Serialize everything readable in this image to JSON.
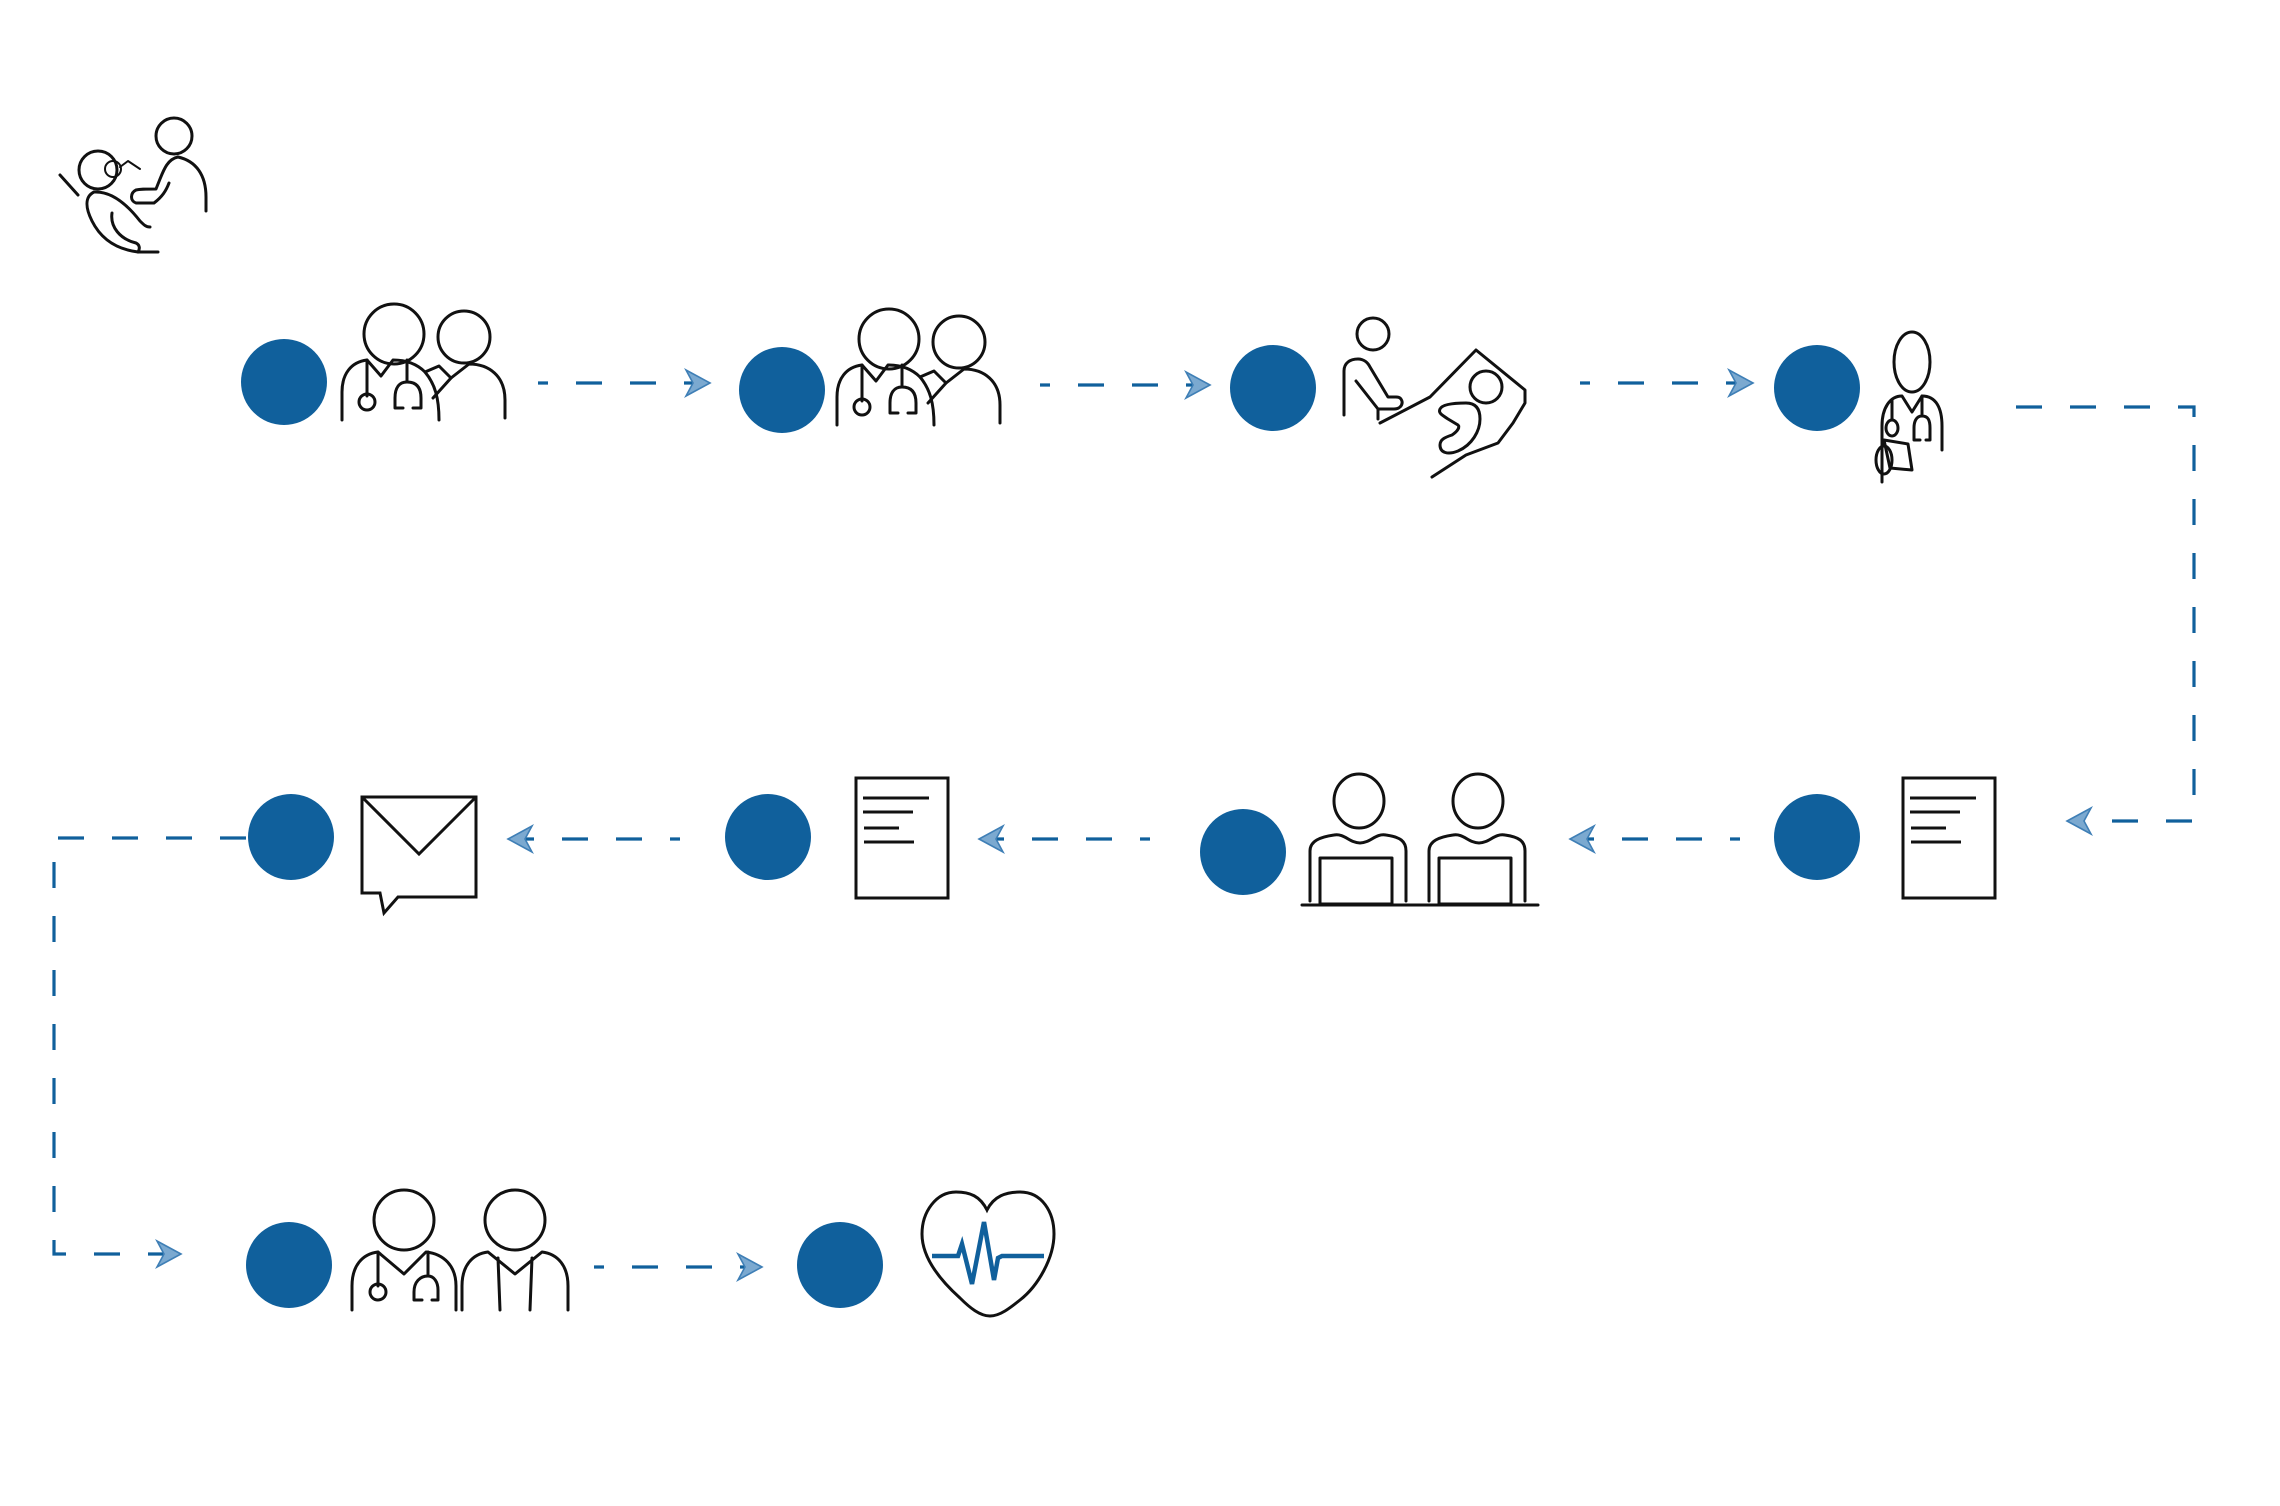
{
  "diagram": {
    "type": "process-flow",
    "colors": {
      "step_marker": "#10609C",
      "connector": "#10609C",
      "arrowhead_fill": "#7BA9D0",
      "arrowhead_stroke": "#3F7FB6",
      "icon_stroke": "#111111",
      "ecg_line": "#10609C",
      "background": "#FFFFFF"
    },
    "header_icon": "dentist-patient-icon",
    "steps": [
      {
        "id": 1,
        "row": 1,
        "icon": "doctor-with-patient-icon"
      },
      {
        "id": 2,
        "row": 1,
        "icon": "doctor-with-patient-icon"
      },
      {
        "id": 3,
        "row": 1,
        "icon": "dentist-examining-patient-icon"
      },
      {
        "id": 4,
        "row": 1,
        "icon": "doctor-with-clipboard-icon"
      },
      {
        "id": 5,
        "row": 2,
        "icon": "document-icon"
      },
      {
        "id": 6,
        "row": 2,
        "icon": "people-at-laptops-icon"
      },
      {
        "id": 7,
        "row": 2,
        "icon": "document-icon"
      },
      {
        "id": 8,
        "row": 2,
        "icon": "message-envelope-icon"
      },
      {
        "id": 9,
        "row": 3,
        "icon": "two-doctors-icon"
      },
      {
        "id": 10,
        "row": 3,
        "icon": "heart-ecg-icon"
      }
    ],
    "connectors": [
      {
        "from": 1,
        "to": 2,
        "direction": "right"
      },
      {
        "from": 2,
        "to": 3,
        "direction": "right"
      },
      {
        "from": 3,
        "to": 4,
        "direction": "right"
      },
      {
        "from": 4,
        "to": 5,
        "direction": "right-down-left"
      },
      {
        "from": 5,
        "to": 6,
        "direction": "left"
      },
      {
        "from": 6,
        "to": 7,
        "direction": "left"
      },
      {
        "from": 7,
        "to": 8,
        "direction": "left"
      },
      {
        "from": 8,
        "to": 9,
        "direction": "left-down-right"
      },
      {
        "from": 9,
        "to": 10,
        "direction": "right"
      }
    ]
  }
}
